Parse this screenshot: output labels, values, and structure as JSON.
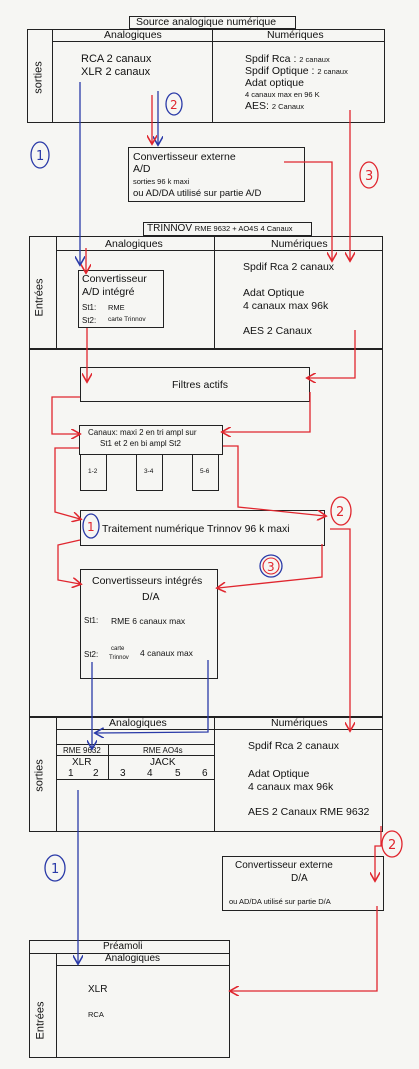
{
  "source": {
    "title": "Source analogique numérique",
    "analog_header": "Analogiques",
    "digital_header": "Numériques",
    "side_label": "sorties",
    "analog_lines": [
      "RCA  2 canaux",
      "XLR 2 canaux"
    ],
    "digital_lines": [
      {
        "main": "Spdif  Rca :",
        "small": "2 canaux"
      },
      {
        "main": "Spdif  Optique :",
        "small": "2 canaux"
      },
      {
        "main": "Adat optique",
        "small": ""
      },
      {
        "main": "",
        "small": "4 canaux max en 96 K"
      },
      {
        "main": "AES:",
        "small": "2 Canaux"
      }
    ]
  },
  "ext_converter_ad": {
    "title": "Convertisseur externe",
    "subtitle": "A/D",
    "line1": "sorties 96 k maxi",
    "line2": "ou AD/DA utilisé sur partie A/D"
  },
  "trinnov": {
    "title": "TRINNOV",
    "title_small": "RME 9632 + AO4S 4 Canaux",
    "inputs_label": "Entrées",
    "outputs_label": "sorties",
    "in_analog_header": "Analogiques",
    "in_digital_header": "Numériques",
    "adc": {
      "title1": "Convertisseur",
      "title2": "A/D intégré",
      "st1_label": "St1:",
      "st1_value": "RME",
      "st2_label": "St2:",
      "st2_value": "carte Trinnov"
    },
    "in_digital_lines": [
      "Spdif  Rca 2 canaux",
      "Adat Optique",
      "4 canaux max 96k",
      "AES  2 Canaux"
    ],
    "filters": "Filtres actifs",
    "channels_line1": "Canaux: maxi 2 en tri ampl sur",
    "channels_line2": "St1 et 2  en bi ampl St2",
    "channel_groups": [
      "1-2",
      "3-4",
      "5-6"
    ],
    "processing": "Traitement numérique Trinnov 96 k maxi",
    "dac": {
      "title1": "Convertisseurs intégrés",
      "title2": "D/A",
      "st1_label": "St1:",
      "st1_value": "RME     6 canaux max",
      "st2_label": "St2:",
      "st2_small1": "carte",
      "st2_small2": "Trinnov",
      "st2_value": "4 canaux max"
    },
    "out_analog_header": "Analogiques",
    "out_digital_header": "Numériques",
    "out_rme": "RME 9632",
    "out_ao4s": "RME AO4s",
    "out_xlr": "XLR",
    "out_jack": "JACK",
    "out_numbers": [
      "1",
      "2",
      "3",
      "4",
      "5",
      "6"
    ],
    "out_digital_lines": [
      "Spdif  Rca 2 canaux",
      "Adat Optique",
      "4 canaux max 96k",
      "AES  2 Canaux RME 9632"
    ]
  },
  "ext_converter_da": {
    "title": "Convertisseur externe",
    "subtitle": "D/A",
    "line1": "ou AD/DA utilisé sur partie D/A"
  },
  "preamp": {
    "title": "Préamoli",
    "analog_header": "Analogiques",
    "side_label": "Entrées",
    "lines": [
      "XLR",
      "RCA"
    ]
  },
  "path_markers": [
    "1",
    "2",
    "3"
  ],
  "colors": {
    "path_blue": "#2a3aa8",
    "path_red": "#e0262e",
    "line": "#222222",
    "paper": "#f6f6f3"
  }
}
